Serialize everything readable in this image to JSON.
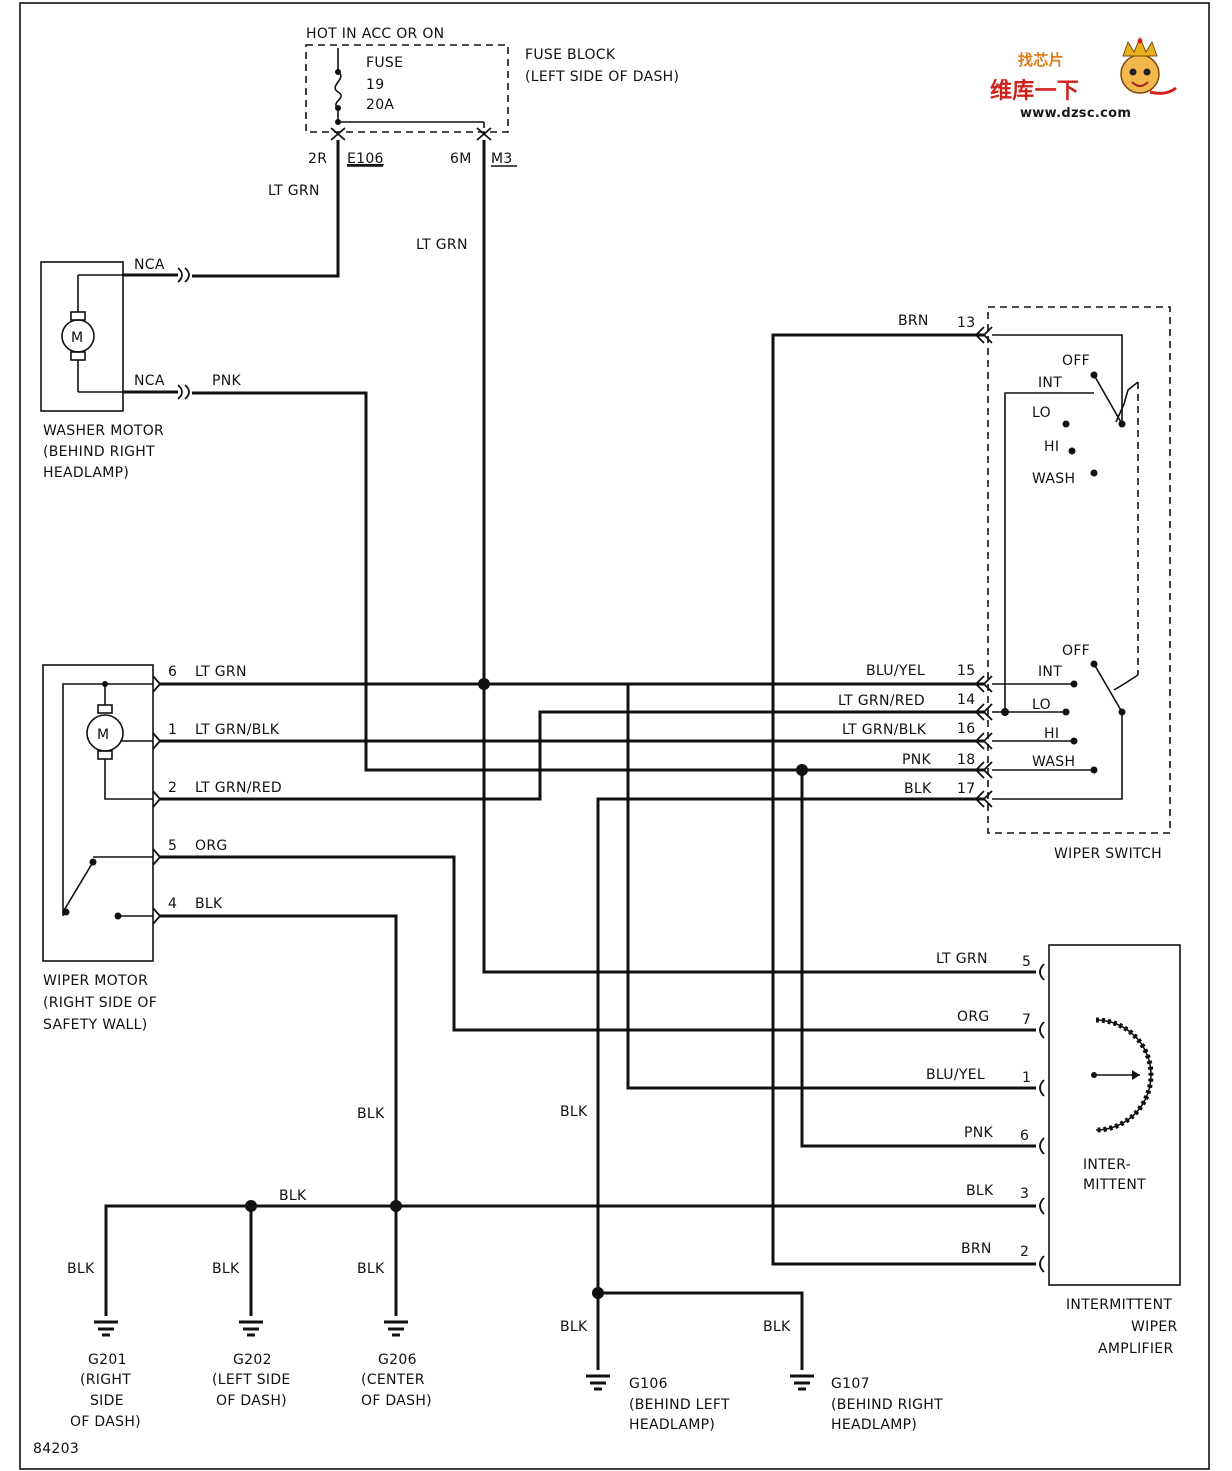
{
  "fuse_block": {
    "header": "HOT IN ACC OR ON",
    "fuse_label": "FUSE",
    "fuse_number": "19",
    "fuse_rating": "20A",
    "title_line1": "FUSE BLOCK",
    "title_line2": "(LEFT SIDE OF DASH)",
    "pin_left": "2R",
    "conn_left": "E106",
    "pin_right": "6M",
    "conn_right": "M3"
  },
  "washer_motor": {
    "symbol": "M",
    "line1": "WASHER MOTOR",
    "line2": "(BEHIND RIGHT",
    "line3": "HEADLAMP)",
    "pin_top": "NCA",
    "pin_bottom": "NCA"
  },
  "wiper_motor": {
    "symbol": "M",
    "line1": "WIPER MOTOR",
    "line2": "(RIGHT SIDE OF",
    "line3": "SAFETY WALL)",
    "pins": [
      {
        "pin": "6",
        "wire": "LT GRN"
      },
      {
        "pin": "1",
        "wire": "LT GRN/BLK"
      },
      {
        "pin": "2",
        "wire": "LT GRN/RED"
      },
      {
        "pin": "5",
        "wire": "ORG"
      },
      {
        "pin": "4",
        "wire": "BLK"
      }
    ]
  },
  "wiper_switch": {
    "title": "WIPER SWITCH",
    "upper_positions": [
      "OFF",
      "INT",
      "LO",
      "HI",
      "WASH"
    ],
    "lower_positions": [
      "OFF",
      "INT",
      "LO",
      "HI",
      "WASH"
    ],
    "pins": [
      {
        "pin": "13",
        "wire": "BRN"
      },
      {
        "pin": "15",
        "wire": "BLU/YEL"
      },
      {
        "pin": "14",
        "wire": "LT GRN/RED"
      },
      {
        "pin": "16",
        "wire": "LT GRN/BLK"
      },
      {
        "pin": "18",
        "wire": "PNK"
      },
      {
        "pin": "17",
        "wire": "BLK"
      }
    ]
  },
  "amplifier": {
    "inner_line1": "INTER-",
    "inner_line2": "MITTENT",
    "title_line1": "INTERMITTENT",
    "title_line2": "WIPER",
    "title_line3": "AMPLIFIER",
    "pins": [
      {
        "pin": "5",
        "wire": "LT GRN"
      },
      {
        "pin": "7",
        "wire": "ORG"
      },
      {
        "pin": "1",
        "wire": "BLU/YEL"
      },
      {
        "pin": "6",
        "wire": "PNK"
      },
      {
        "pin": "3",
        "wire": "BLK"
      },
      {
        "pin": "2",
        "wire": "BRN"
      }
    ]
  },
  "wire_labels": {
    "lt_grn_fuse_left": "LT GRN",
    "lt_grn_fuse_right": "LT GRN",
    "pnk_washer": "PNK",
    "blk_vertical_left": "BLK",
    "blk_vertical_mid": "BLK",
    "blk_bus": "BLK",
    "blk_g201": "BLK",
    "blk_g202": "BLK",
    "blk_g206": "BLK",
    "blk_g106": "BLK",
    "blk_g107": "BLK"
  },
  "grounds": [
    {
      "id": "G201",
      "line1": "(RIGHT",
      "line2": "SIDE",
      "line3": "OF DASH)"
    },
    {
      "id": "G202",
      "line1": "(LEFT SIDE",
      "line2": "OF DASH)"
    },
    {
      "id": "G206",
      "line1": "(CENTER",
      "line2": "OF DASH)"
    },
    {
      "id": "G106",
      "line1": "(BEHIND LEFT",
      "line2": "HEADLAMP)"
    },
    {
      "id": "G107",
      "line1": "(BEHIND RIGHT",
      "line2": "HEADLAMP)"
    }
  ],
  "figure_number": "84203",
  "watermark": {
    "top": "找芯片",
    "cn": "维库一下",
    "url": "www.dzsc.com"
  }
}
